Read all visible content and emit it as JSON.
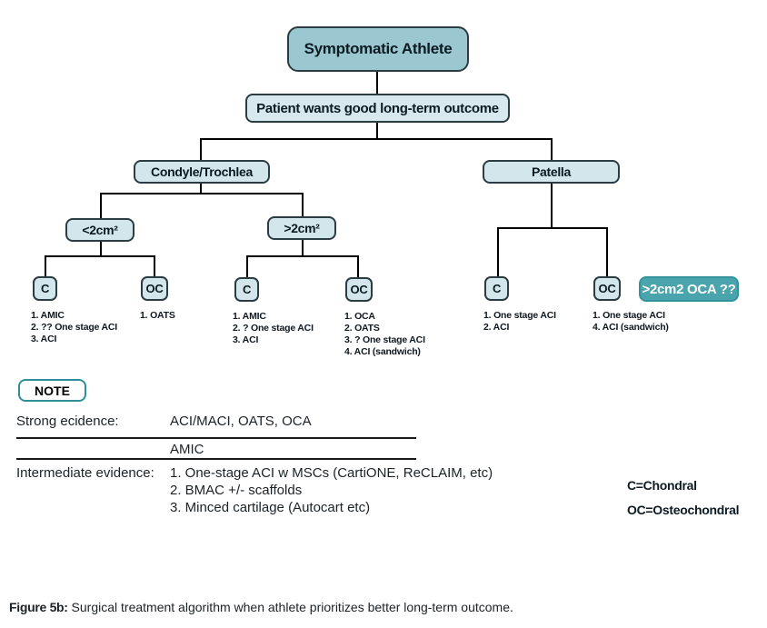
{
  "colors": {
    "root_fill": "#9bc8d0",
    "node_fill": "#d2e6eb",
    "node_border": "#2b3d42",
    "callout_fill": "#4aa4ad",
    "callout_text": "#ffffff",
    "note_border": "#2e8f98",
    "connector": "#000000"
  },
  "flowchart": {
    "root": "Symptomatic Athlete",
    "decision": "Patient wants good long-term outcome",
    "condyle": {
      "label": "Condyle/Trochlea",
      "small": {
        "label": "<2cm²",
        "chondral": {
          "label": "C",
          "items": [
            "1. AMIC",
            "2. ?? One stage ACI",
            "3. ACI"
          ]
        },
        "osteochondral": {
          "label": "OC",
          "items": [
            "1. OATS"
          ]
        }
      },
      "large": {
        "label": ">2cm²",
        "chondral": {
          "label": "C",
          "items": [
            "1. AMIC",
            "2. ? One stage ACI",
            "3. ACI"
          ]
        },
        "osteochondral": {
          "label": "OC",
          "items": [
            "1. OCA",
            "2. OATS",
            "3. ? One stage ACI",
            "4. ACI (sandwich)"
          ]
        }
      }
    },
    "patella": {
      "label": "Patella",
      "chondral": {
        "label": "C",
        "items": [
          "1. One stage ACI",
          "2. ACI"
        ]
      },
      "osteochondral": {
        "label": "OC",
        "items": [
          "1. One stage ACI",
          "4. ACI (sandwich)"
        ]
      },
      "callout": ">2cm2 OCA ??"
    }
  },
  "note": {
    "label": "NOTE",
    "strong_term": "Strong ecidence:",
    "strong_value": "ACI/MACI, OATS, OCA",
    "middle_value": "AMIC",
    "intermediate_term": "Intermediate evidence:",
    "intermediate_items": [
      "1. One-stage ACI w MSCs (CartiONE, ReCLAIM, etc)",
      "2. BMAC +/- scaffolds",
      "3. Minced cartilage (Autocart etc)"
    ]
  },
  "legend": {
    "chondral": "C=Chondral",
    "osteochondral": "OC=Osteochondral"
  },
  "caption": {
    "prefix": "Figure 5b:",
    "text": " Surgical treatment algorithm when athlete prioritizes better long-term outcome."
  }
}
